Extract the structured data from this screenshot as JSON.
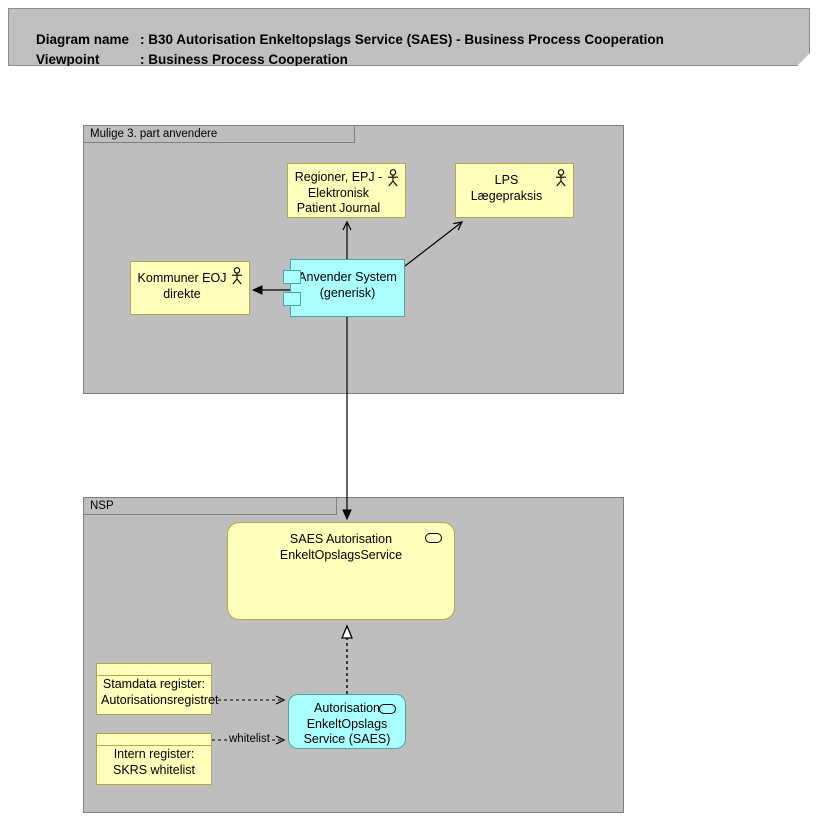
{
  "banner": {
    "row1_label": "Diagram name",
    "row1_sep": ": ",
    "row1_value": "B30 Autorisation Enkeltopslags Service (SAES) - Business Process Cooperation",
    "row2_label": "Viewpoint",
    "row2_sep": ": ",
    "row2_value": "Business Process Cooperation"
  },
  "groups": {
    "upper": {
      "title": "Mulige 3. part anvendere"
    },
    "lower": {
      "title": "NSP"
    }
  },
  "nodes": {
    "regioner": {
      "label": "Regioner, EPJ - Elektronisk Patient Journal",
      "icon": "business-actor-icon"
    },
    "lps": {
      "label": "LPS\nLægepraksis",
      "icon": "business-actor-icon"
    },
    "kommuner": {
      "label": "Kommuner EOJ direkte",
      "icon": "business-actor-icon"
    },
    "anvender": {
      "label": "Anvender System (generisk)",
      "icon": "component-icon"
    },
    "saes_service": {
      "label": "SAES Autorisation EnkeltOpslagsService",
      "icon": "service-icon"
    },
    "autorisation": {
      "label": "Autorisation EnkeltOpslags Service (SAES)",
      "icon": "service-icon"
    },
    "stamdata": {
      "label": "Stamdata register: Autorisationsregistret"
    },
    "skrs": {
      "label": "Intern register: SKRS whitelist"
    }
  },
  "connectors": {
    "whitelist_label": "whitelist"
  },
  "colors": {
    "page_background": "#ffffff",
    "banner_fill": "#bfbfbf",
    "group_fill": "#bebebe",
    "group_border": "#7f7f7f",
    "node_yellow_fill": "#ffffbb",
    "node_yellow_border": "#b0a94a",
    "node_cyan_fill": "#aaffff",
    "node_cyan_border": "#4da6a6",
    "connector": "#000000"
  }
}
